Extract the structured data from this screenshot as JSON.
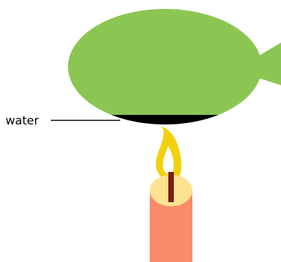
{
  "labels": {
    "water": "water"
  },
  "colors": {
    "balloon": "#8bc653",
    "water": "#000000",
    "flame_outer": "#f2d10c",
    "flame_inner": "#ffffff",
    "wick": "#7a1e14",
    "candle_body": "#f88c6a",
    "candle_top": "#fde28f",
    "leader_line": "#000000"
  },
  "icons": [
    "balloon",
    "water-layer",
    "candle",
    "flame",
    "wick"
  ]
}
